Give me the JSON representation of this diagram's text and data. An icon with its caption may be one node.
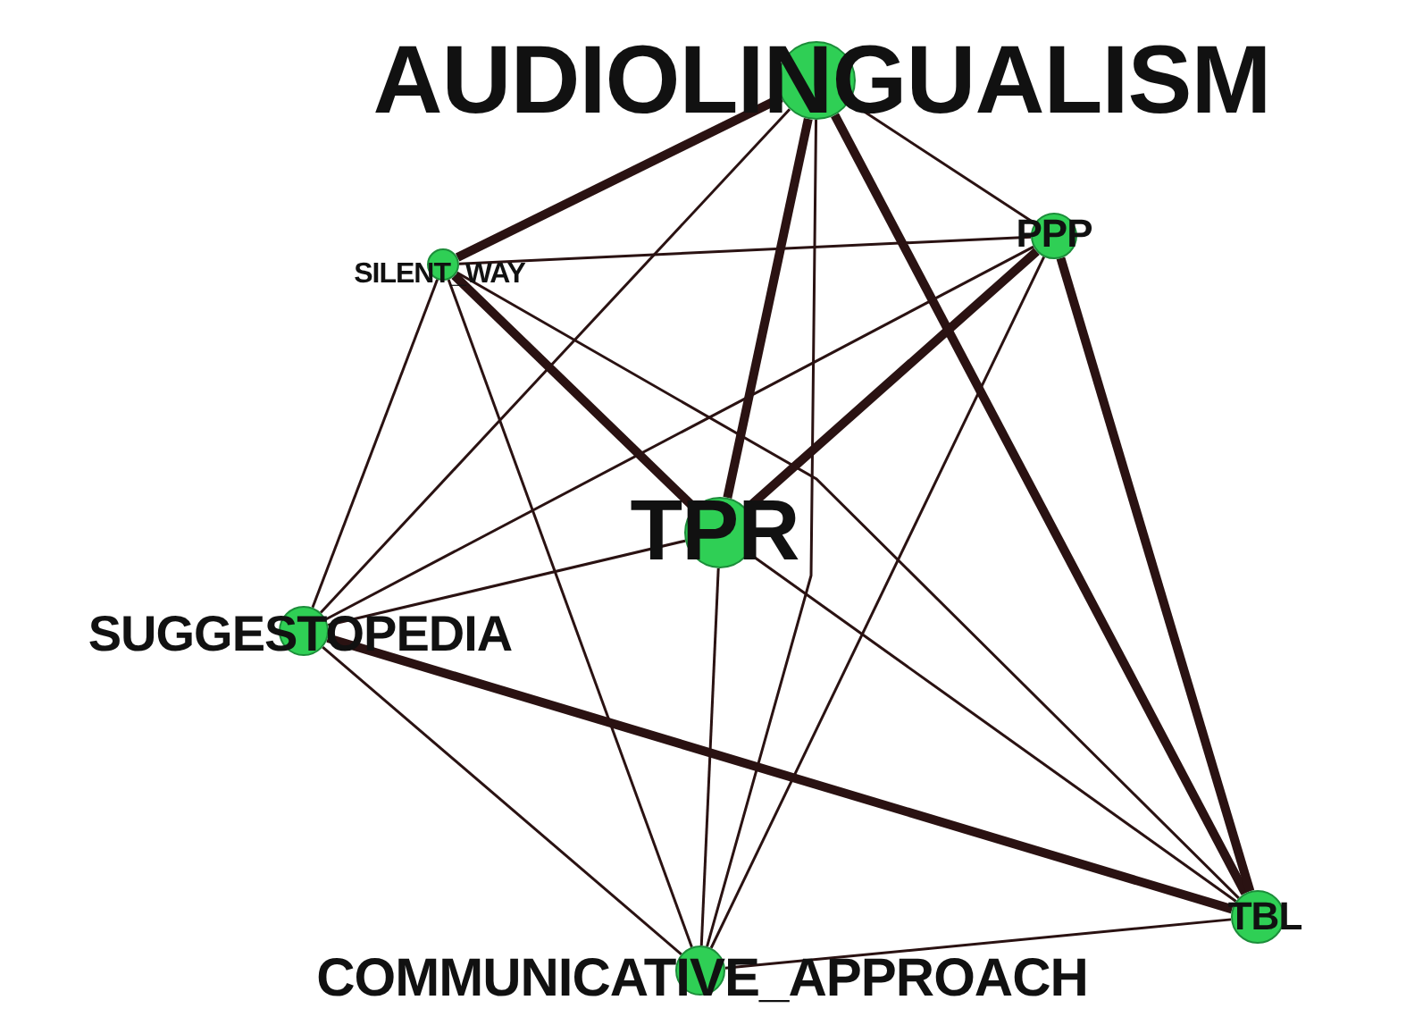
{
  "diagram": {
    "nodes": [
      {
        "text": [
          "AUDIOLINGUALISM"
        ]
      },
      {
        "text": [
          "SILENT_WAY"
        ]
      },
      {
        "text": [
          "PPP"
        ]
      },
      {
        "text": [
          "TPR"
        ]
      },
      {
        "text": [
          "SUGGESTOPEDIA"
        ]
      },
      {
        "text": [
          "TBL"
        ]
      },
      {
        "text": [
          "COMMUNICATIVE_APPROACH"
        ]
      }
    ],
    "edges": [
      {
        "from": 0,
        "to": 1,
        "arrow": "none",
        "style": "thick"
      },
      {
        "from": 0,
        "to": 2,
        "arrow": "none"
      },
      {
        "from": 0,
        "to": 3,
        "arrow": "none",
        "style": "thick"
      },
      {
        "from": 0,
        "to": 4,
        "arrow": "none"
      },
      {
        "from": 0,
        "to": 5,
        "arrow": "none",
        "style": "thick"
      },
      {
        "from": 0,
        "to": 6,
        "arrow": "none"
      },
      {
        "from": 1,
        "to": 2,
        "arrow": "none"
      },
      {
        "from": 1,
        "to": 3,
        "arrow": "none",
        "style": "thick"
      },
      {
        "from": 1,
        "to": 4,
        "arrow": "none"
      },
      {
        "from": 1,
        "to": 5,
        "arrow": "none"
      },
      {
        "from": 1,
        "to": 6,
        "arrow": "none"
      },
      {
        "from": 2,
        "to": 3,
        "arrow": "none",
        "style": "thick"
      },
      {
        "from": 2,
        "to": 4,
        "arrow": "none"
      },
      {
        "from": 2,
        "to": 5,
        "arrow": "none",
        "style": "thick"
      },
      {
        "from": 2,
        "to": 6,
        "arrow": "none"
      },
      {
        "from": 3,
        "to": 4,
        "arrow": "none"
      },
      {
        "from": 3,
        "to": 5,
        "arrow": "none"
      },
      {
        "from": 3,
        "to": 6,
        "arrow": "none"
      },
      {
        "from": 4,
        "to": 5,
        "arrow": "none",
        "style": "thick"
      },
      {
        "from": 4,
        "to": 6,
        "arrow": "none"
      },
      {
        "from": 6,
        "to": 5,
        "arrow": "none"
      }
    ]
  }
}
